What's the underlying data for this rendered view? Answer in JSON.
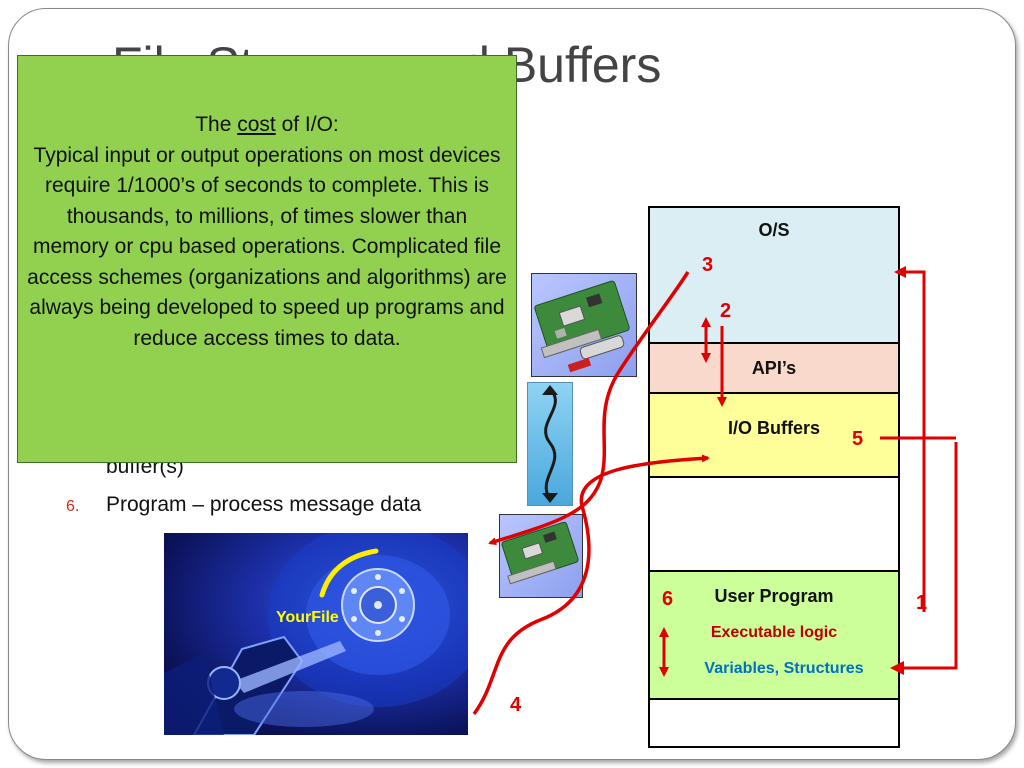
{
  "slide": {
    "title": "File Streams and Buffers"
  },
  "callout": {
    "heading_before": "The ",
    "heading_cost": "cost",
    "heading_after": " of I/O:",
    "body": "Typical input or output operations on most devices require 1/1000’s of seconds to complete.  This is thousands, to millions, of times slower than memory or cpu based operations.  Complicated file access schemes (organizations and algorithms) are always being developed to speed up programs and reduce access times to data."
  },
  "list": {
    "partial_text": "buffer(s)",
    "items": [
      {
        "number": "6.",
        "text": "Program – process message data"
      }
    ]
  },
  "memory_stack": {
    "os": "O/S",
    "apis": "API’s",
    "io_buffers": "I/O Buffers",
    "user_program": "User Program",
    "executable_logic": "Executable logic",
    "variables": "Variables, Structures"
  },
  "steps": [
    "1",
    "2",
    "3",
    "4",
    "5",
    "6"
  ],
  "drive": {
    "file_label": "YourFile",
    "icon": "hard-drive-icon"
  },
  "icons": {
    "card": "network-card-icon",
    "cable": "cable-icon"
  },
  "colors": {
    "callout_bg": "#92d050",
    "arrow": "#e00000",
    "os_bg": "#dbeef4",
    "api_bg": "#f8d9cb",
    "io_bg": "#ffff99",
    "user_bg": "#ccff99"
  }
}
